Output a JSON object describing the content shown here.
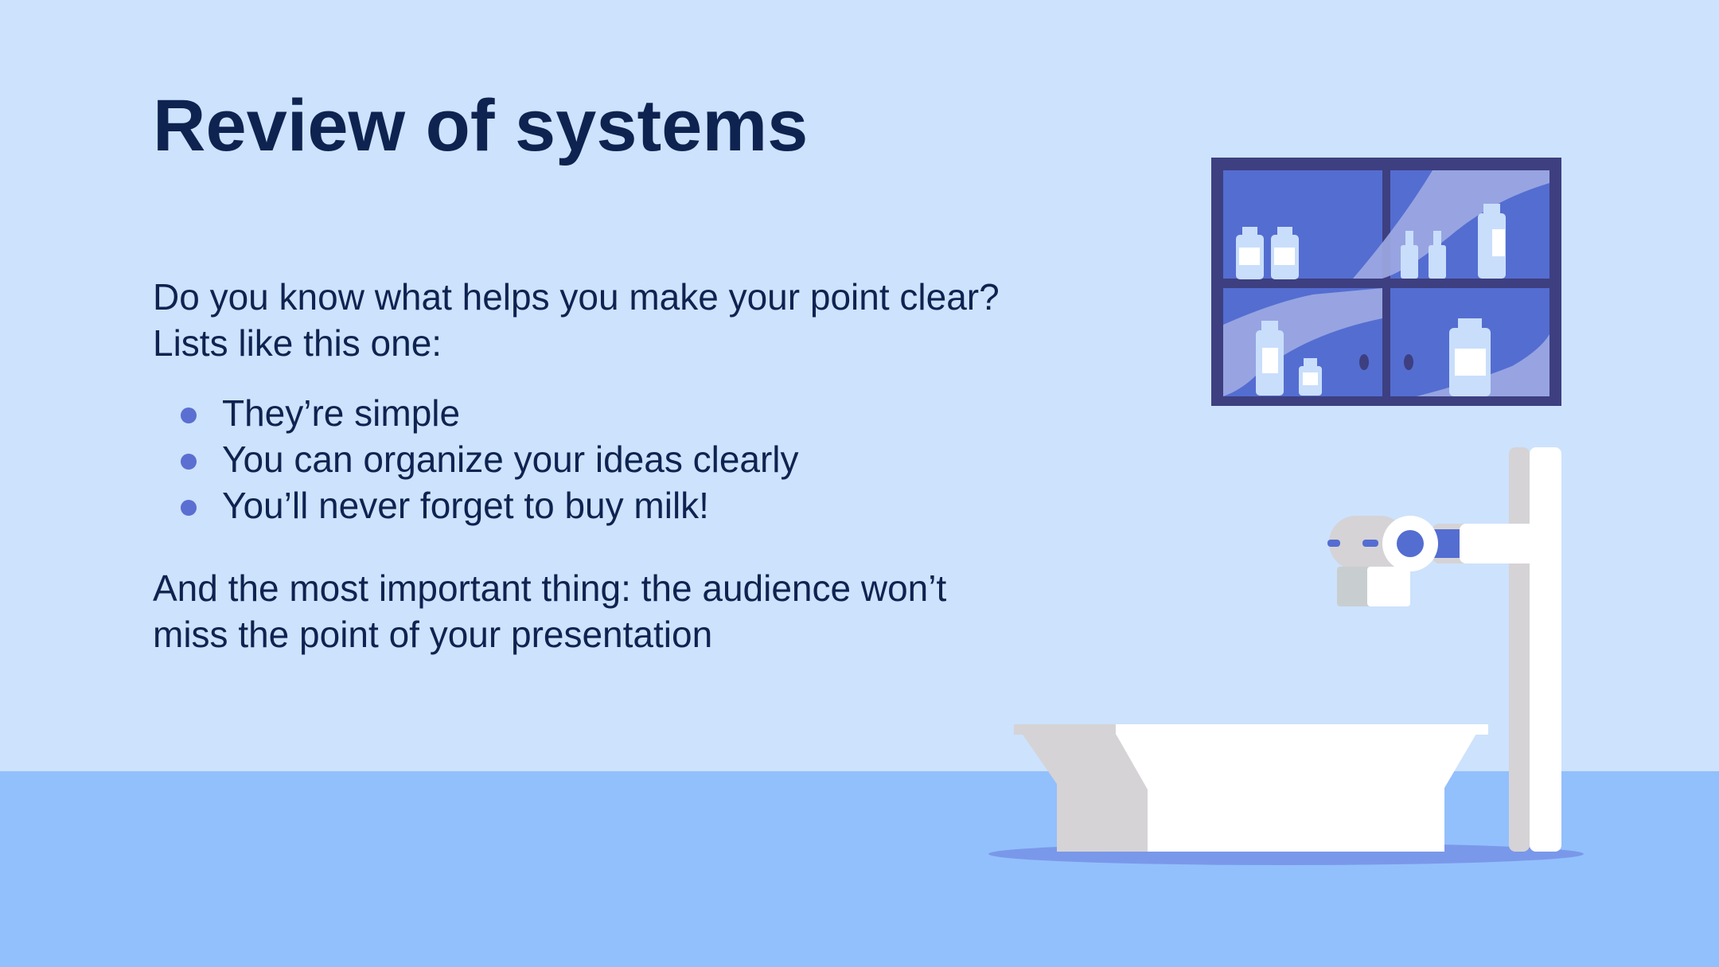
{
  "slide": {
    "title": "Review of systems",
    "intro_lines": [
      "Do you know what helps you make your point clear?",
      "Lists like this one:"
    ],
    "bullets": [
      "They’re simple",
      "You can organize your ideas clearly",
      "You’ll never forget to buy milk!"
    ],
    "closing_lines": [
      "And the most important thing: the audience won’t",
      "miss the point of your presentation"
    ]
  },
  "colors": {
    "background": "#cde2fc",
    "floor": "#92c0fc",
    "text": "#0e2350",
    "bullet": "#5a6fd1",
    "cabinet_frame": "#3d3f80",
    "cabinet_inner": "#546dd1"
  },
  "illustration": {
    "items": [
      "medicine-cabinet",
      "x-ray-table",
      "x-ray-machine"
    ]
  }
}
